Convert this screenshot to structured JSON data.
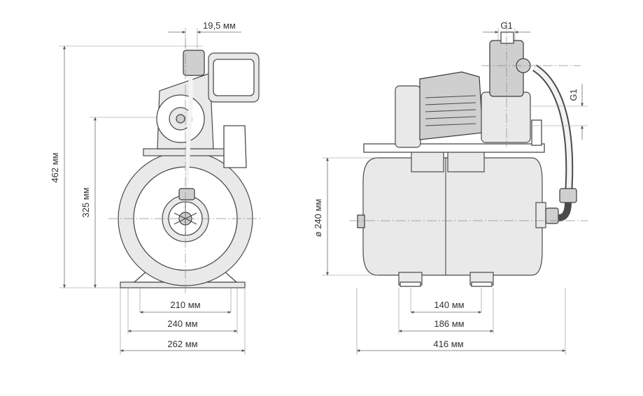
{
  "dimensions": {
    "front": {
      "nozzle_offset": "19,5 мм",
      "total_height": "462 мм",
      "axis_height": "325 мм",
      "foot_inner": "210 мм",
      "foot_outer": "240 мм",
      "overall_width": "262 мм"
    },
    "side": {
      "outlet_thread": "G1",
      "inlet_thread": "G1",
      "tank_diameter": "ø 240 мм",
      "foot_spacing": "140 мм",
      "foot_span": "186 мм",
      "overall_length": "416 мм"
    }
  }
}
